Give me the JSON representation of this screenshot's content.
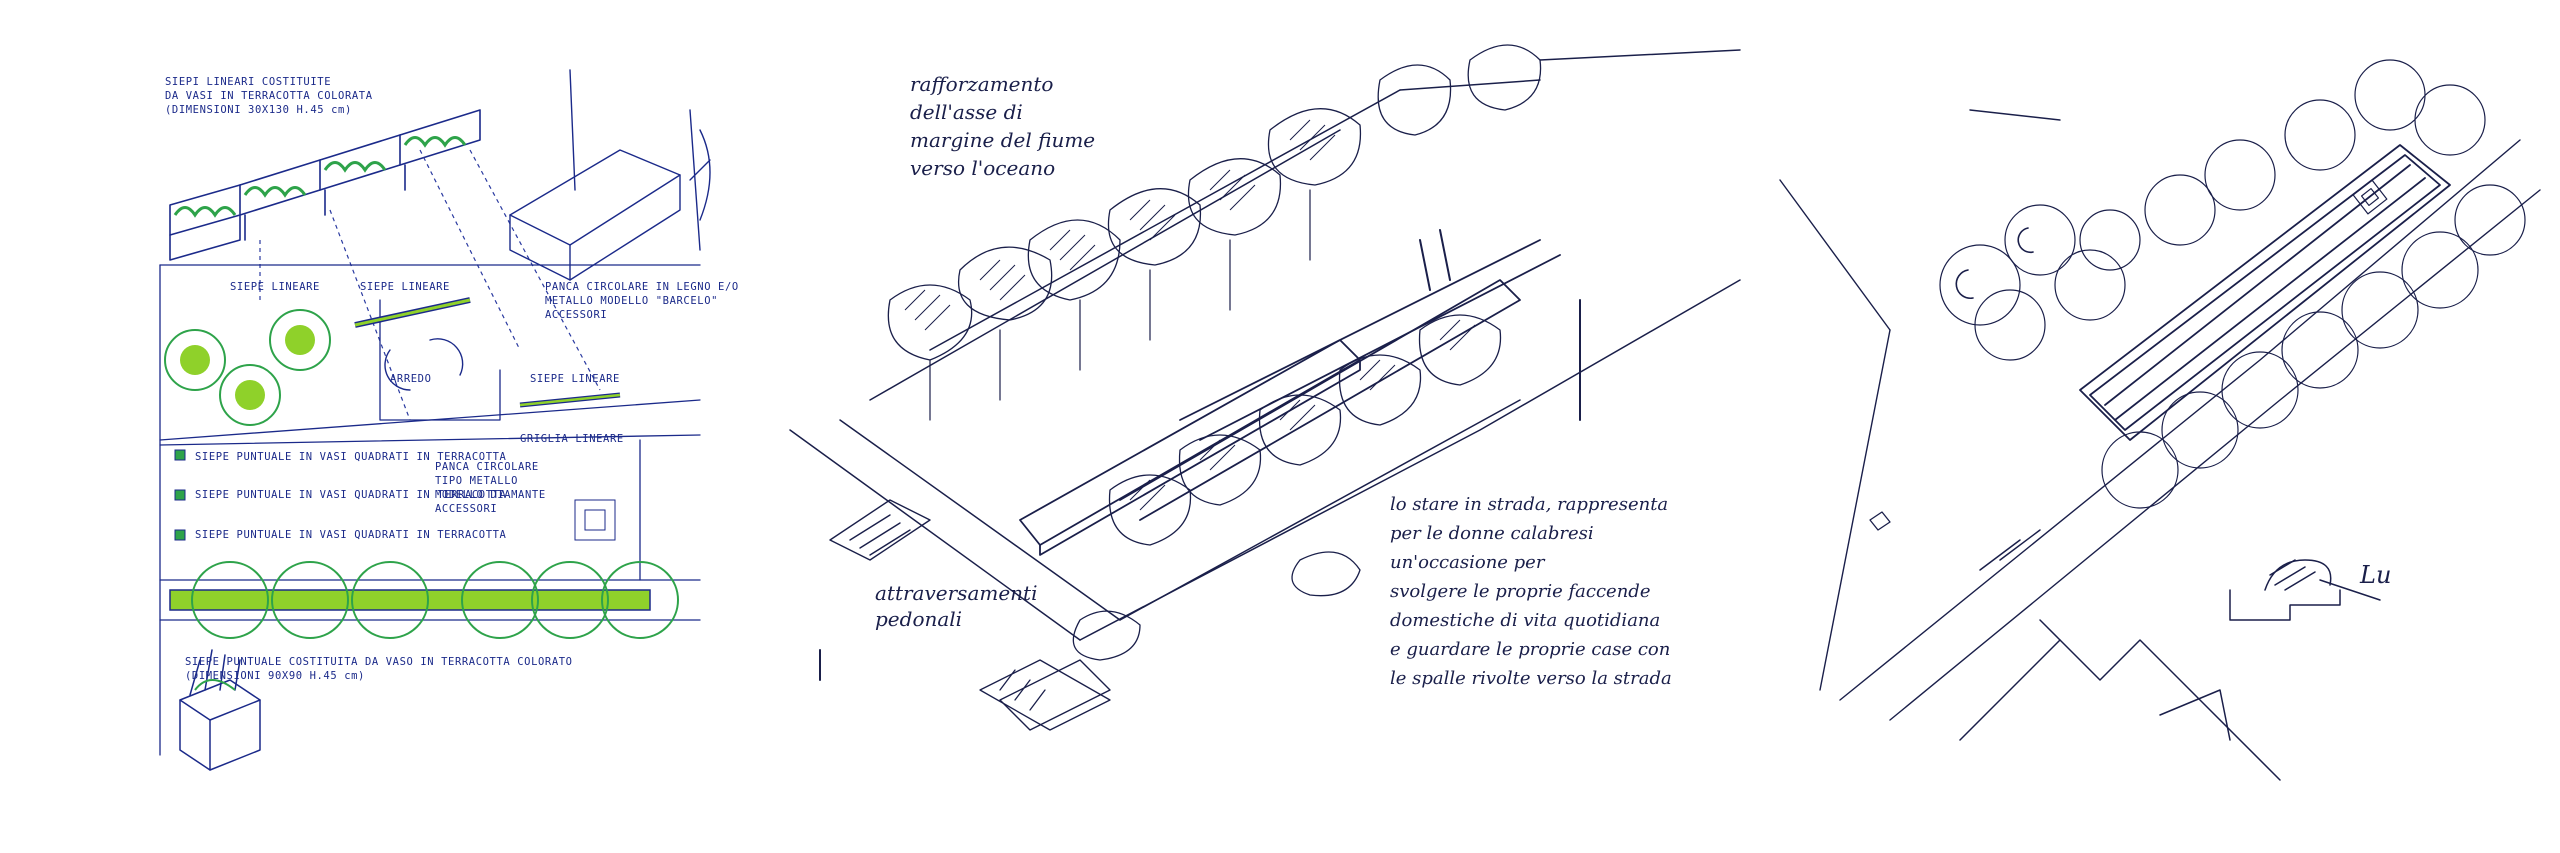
{
  "sketch_left": {
    "notes": {
      "siepi_lineari": "SIEPI LINEARI COSTITUITE\nDA VASI IN TERRACOTTA COLORATA\n(DIMENSIONI 30X130 H.45 cm)",
      "panca": "PANCA CIRCOLARE IN LEGNO E/O\nMETALLO MODELLO \"BARCELO\" ACCESSORI",
      "siepe_lineare_1": "SIEPE LINEARE",
      "siepe_lineare_2": "SIEPE LINEARE",
      "siepe_lineare_3": "SIEPE LINEARE",
      "arredo": "ARREDO",
      "griglia_lineare": "GRIGLIA LINEARE",
      "siepe_puntuale_1": "SIEPE PUNTUALE IN VASI QUADRATI IN TERRACOTTA",
      "siepe_puntuale_2": "SIEPE PUNTUALE IN VASI QUADRATI IN TERRACOTTA",
      "siepe_puntuale_3": "SIEPE PUNTUALE IN VASI QUADRATI IN TERRACOTTA",
      "panca_tipo": "PANCA CIRCOLARE\nTIPO METALLO\nMODELLO DIAMANTE\nACCESSORI",
      "siepe_puntuale_vaso": "SIEPE PUNTUALE COSTITUITA DA VASO IN TERRACOTTA COLORATO\n(DIMENSIONI 90X90 H.45 cm)"
    }
  },
  "sketch_middle": {
    "note_top": "rafforzamento\ndell'asse di\nmargine del fiume\nverso l'oceano",
    "note_bottom_left": "attraversamenti\npedonali",
    "note_right": "lo stare in strada, rappresenta\nper le donne calabresi\nun'occasione per\nsvolgere le proprie faccende\ndomestiche di vita quotidiana\ne guardare le proprie case con\nle spalle rivolte verso la strada"
  },
  "sketch_right": {
    "signature": "Lu"
  },
  "colors": {
    "ink_blue": "#1b2a8a",
    "ink_dark": "#1a1f4a",
    "green_marker": "#8fd12a",
    "green_outline": "#2ea34a"
  }
}
